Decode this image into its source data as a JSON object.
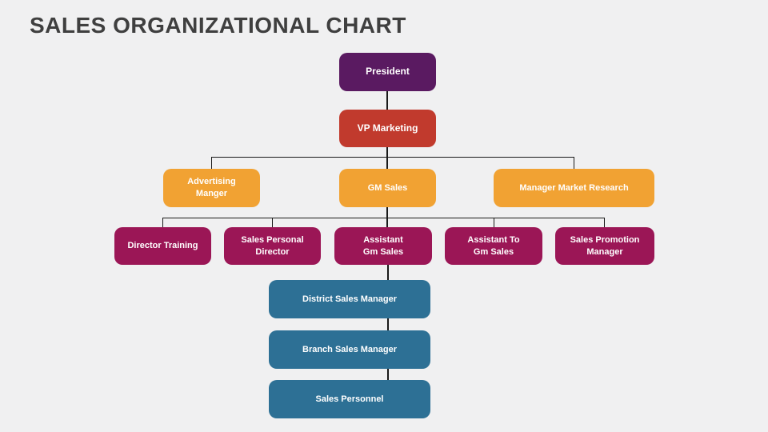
{
  "slide": {
    "title": "SALES ORGANIZATIONAL CHART"
  },
  "palette": {
    "background": "#F0F0F1",
    "title_text": "#3F3F3F",
    "node_text": "#FFFFFF",
    "connector": "#1A1A1A",
    "level1_purple": "#5A1A61",
    "level2_red": "#C13A2D",
    "level3_orange": "#F1A233",
    "level4_magenta": "#9B1656",
    "level5_teal": "#2D7095"
  },
  "chart_data": {
    "type": "org-chart",
    "title": "SALES ORGANIZATIONAL CHART",
    "levels": [
      [
        "President"
      ],
      [
        "VP Marketing"
      ],
      [
        "Advertising Manger",
        "GM Sales",
        "Manager Market Research"
      ],
      [
        "Director Training",
        "Sales Personal Director",
        "Assistant Gm Sales",
        "Assistant To Gm Sales",
        "Sales Promotion Manager"
      ],
      [
        "District Sales Manager"
      ],
      [
        "Branch Sales Manager"
      ],
      [
        "Sales Personnel"
      ]
    ]
  },
  "org": {
    "president": {
      "label": "President",
      "reports_to": null
    },
    "vp_marketing": {
      "label": "VP Marketing",
      "reports_to": "president"
    },
    "advertising_manager": {
      "label": "Advertising\nManger",
      "reports_to": "vp_marketing"
    },
    "gm_sales": {
      "label": "GM Sales",
      "reports_to": "vp_marketing"
    },
    "manager_market_research": {
      "label": "Manager Market Research",
      "reports_to": "vp_marketing"
    },
    "director_training": {
      "label": "Director Training",
      "reports_to": "gm_sales"
    },
    "sales_personal_director": {
      "label": "Sales Personal\nDirector",
      "reports_to": "gm_sales"
    },
    "assistant_gm_sales": {
      "label": "Assistant\nGm Sales",
      "reports_to": "gm_sales"
    },
    "assistant_to_gm_sales": {
      "label": "Assistant To\nGm Sales",
      "reports_to": "gm_sales"
    },
    "sales_promotion_manager": {
      "label": "Sales Promotion\nManager",
      "reports_to": "gm_sales"
    },
    "district_sales_manager": {
      "label": "District Sales Manager",
      "reports_to": "assistant_gm_sales"
    },
    "branch_sales_manager": {
      "label": "Branch Sales Manager",
      "reports_to": "district_sales_manager"
    },
    "sales_personnel": {
      "label": "Sales Personnel",
      "reports_to": "branch_sales_manager"
    }
  }
}
